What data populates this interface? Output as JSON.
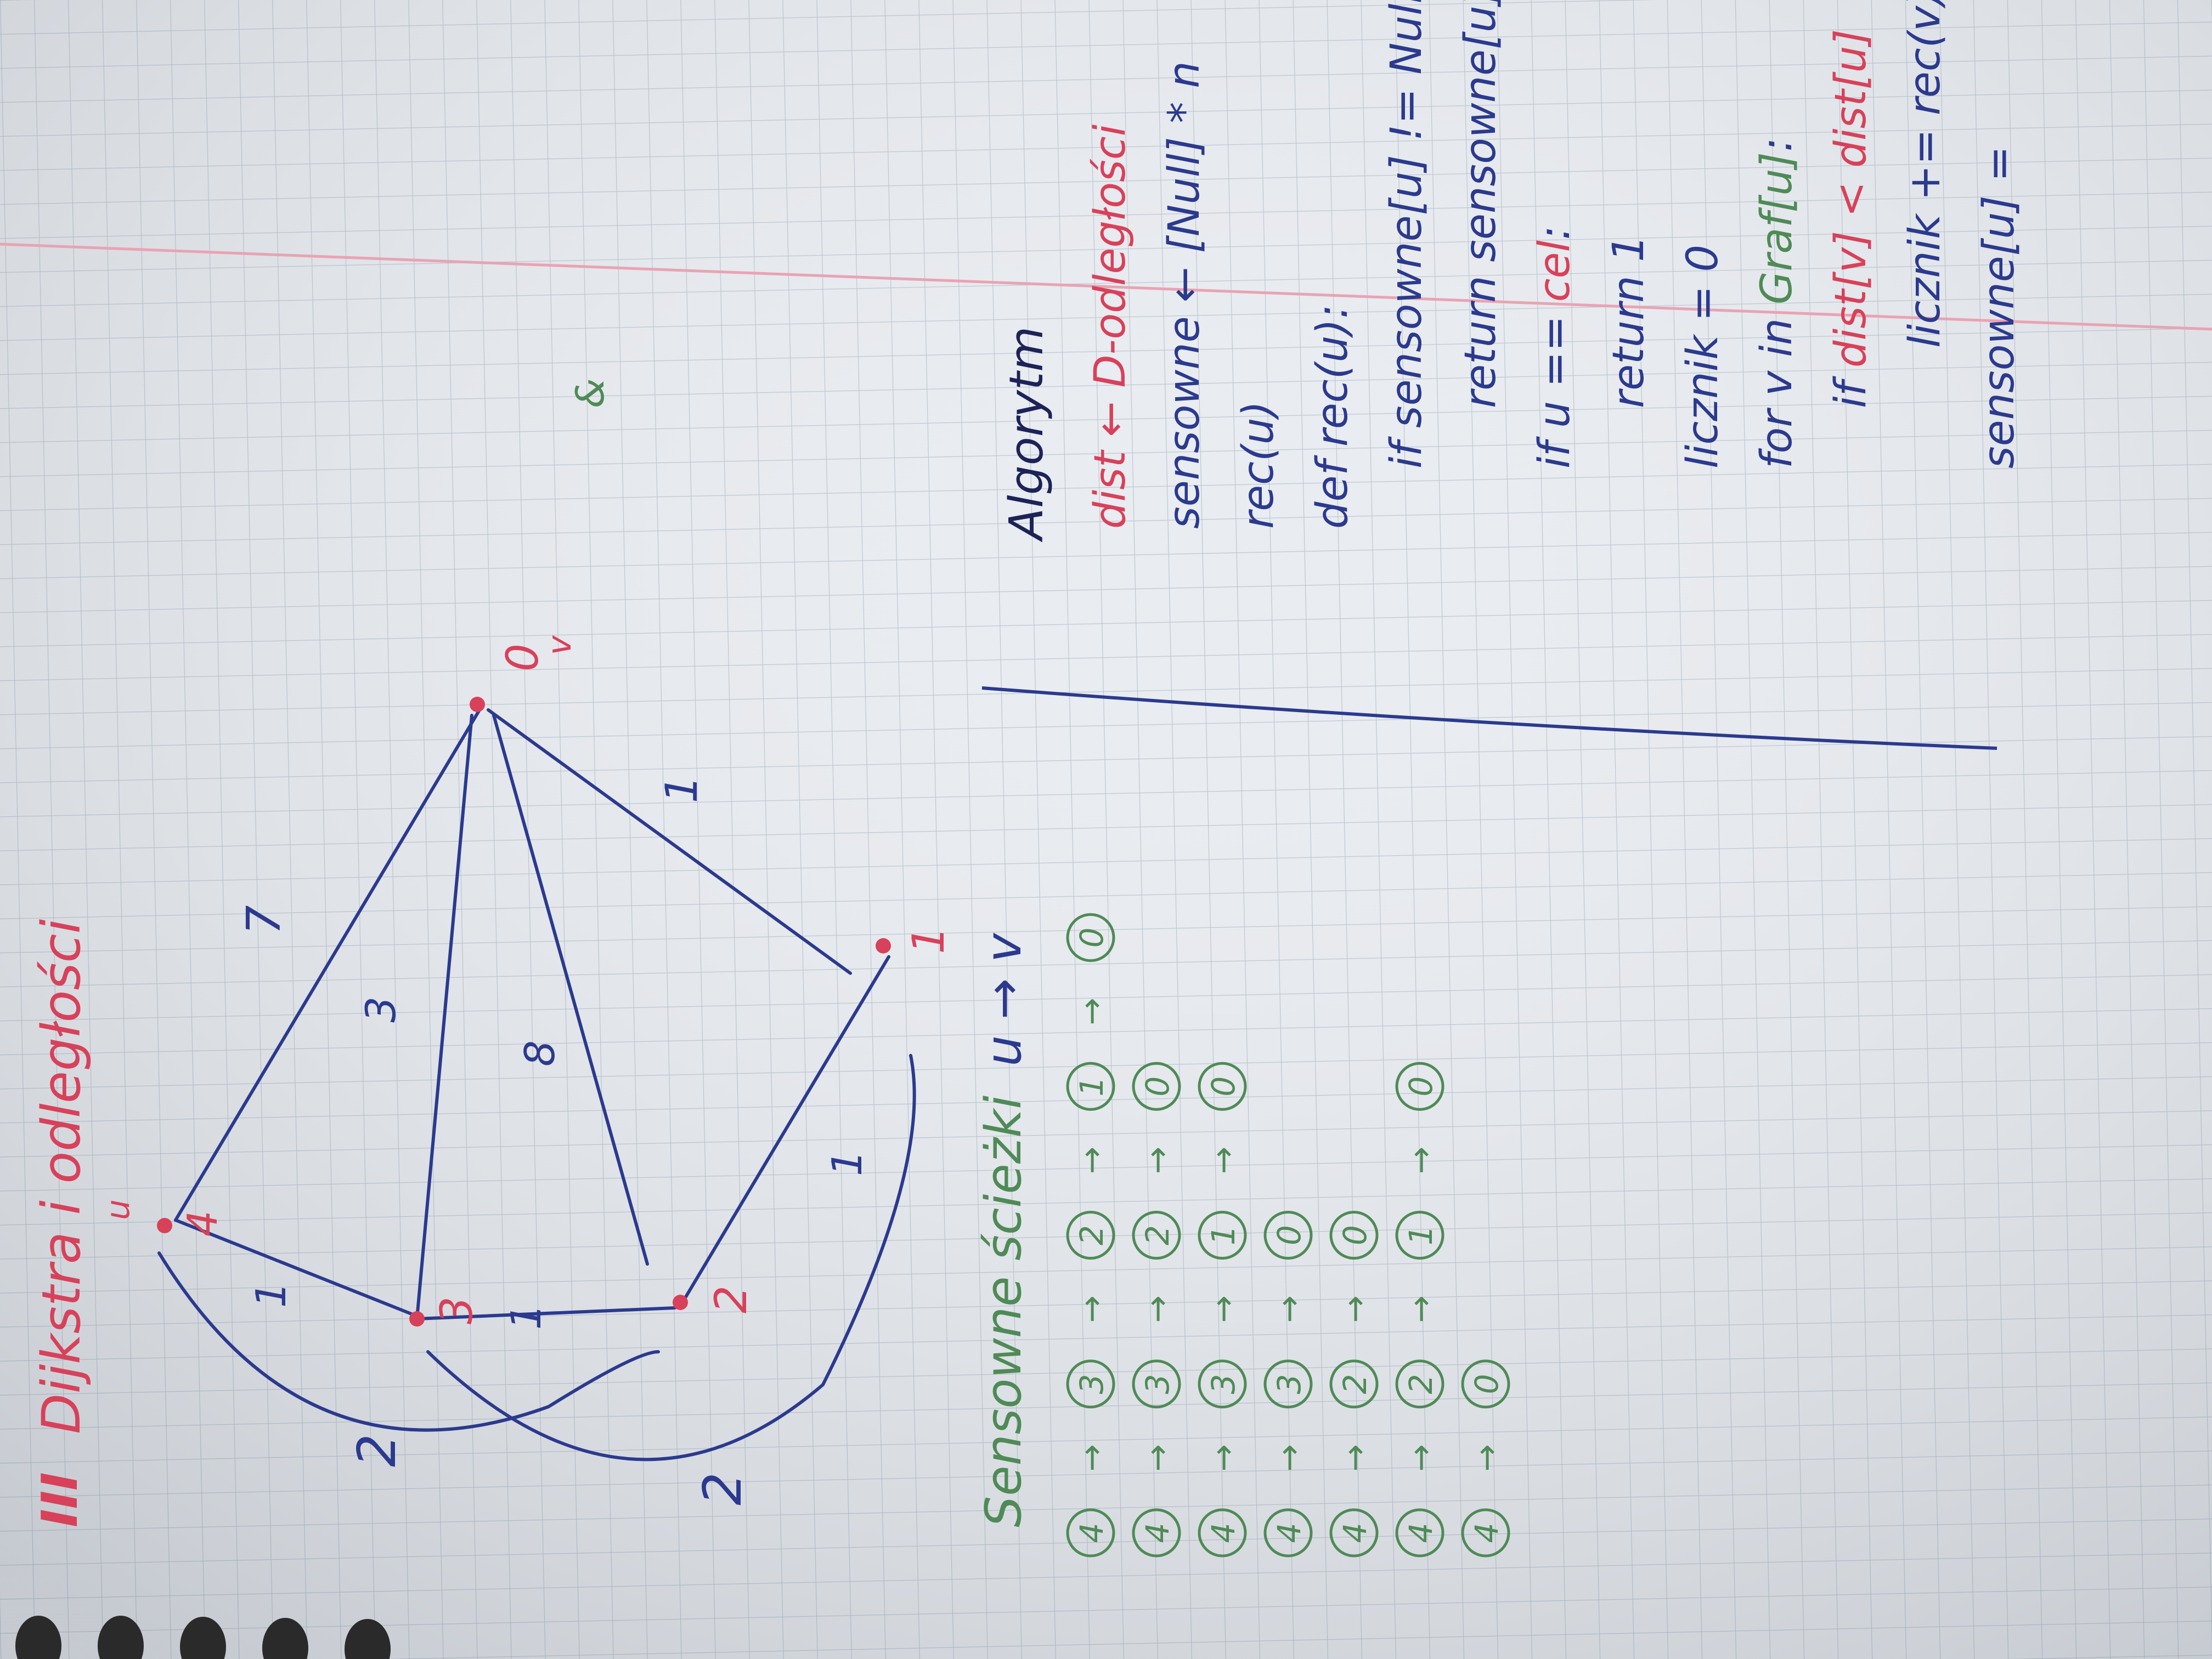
{
  "page": {
    "heading_number": "III",
    "heading": "Dijkstra i odległości"
  },
  "colors": {
    "paper": "#e9ecf0",
    "grid": "#b8c3cf",
    "margin_line": "#e9a3b3",
    "ink_blue": "#2b3a8e",
    "ink_green": "#4f8a57",
    "ink_red": "#d8415a",
    "background": "#3a3a3a"
  },
  "graph": {
    "nodes": [
      {
        "id": "u",
        "label": "u",
        "number": "4"
      },
      {
        "id": "3",
        "number": "3"
      },
      {
        "id": "2",
        "number": "2"
      },
      {
        "id": "1",
        "number": "1"
      },
      {
        "id": "v",
        "label": "v",
        "number": "0"
      }
    ],
    "edges": [
      {
        "from": "u",
        "to": "v",
        "weight": "7"
      },
      {
        "from": "u",
        "to": "3",
        "weight": "1"
      },
      {
        "from": "3",
        "to": "v",
        "weight": "3"
      },
      {
        "from": "3",
        "to": "2",
        "weight": "1"
      },
      {
        "from": "2",
        "to": "v",
        "weight": "8"
      },
      {
        "from": "2",
        "to": "1",
        "weight": "1"
      },
      {
        "from": "1",
        "to": "v",
        "weight": "1"
      },
      {
        "from": "u",
        "to": "2",
        "weight": "2"
      },
      {
        "from": "3",
        "to": "1",
        "weight": "2"
      }
    ]
  },
  "paths": {
    "title": "Sensowne ścieżki",
    "title_suffix": "u → v",
    "rows": [
      [
        "4",
        "3",
        "2",
        "1",
        "0"
      ],
      [
        "4",
        "3",
        "2",
        "0"
      ],
      [
        "4",
        "3",
        "1",
        "0"
      ],
      [
        "4",
        "3",
        "0"
      ],
      [
        "4",
        "2",
        "0"
      ],
      [
        "4",
        "2",
        "1",
        "0"
      ],
      [
        "4",
        "0"
      ]
    ]
  },
  "algorithm": {
    "title": "Algorytm",
    "lines": [
      {
        "parts": [
          {
            "text": "dist",
            "color": "red"
          },
          {
            "text": " ← D-odległości",
            "color": "red"
          }
        ]
      },
      {
        "parts": [
          {
            "text": "sensowne ← [Null] * n",
            "color": "blue"
          }
        ]
      },
      {
        "parts": [
          {
            "text": "rec(u)",
            "color": "blue"
          }
        ]
      },
      {
        "parts": [
          {
            "text": "def rec(u):",
            "color": "blue"
          }
        ]
      },
      {
        "parts": [
          {
            "text": "if sensowne[u] != Null",
            "color": "blue"
          }
        ]
      },
      {
        "parts": [
          {
            "text": "return sensowne[u]",
            "color": "blue"
          }
        ]
      },
      {
        "parts": [
          {
            "text": "if u == ",
            "color": "blue"
          },
          {
            "text": "cel",
            "color": "red"
          },
          {
            "text": ":",
            "color": "blue"
          }
        ]
      },
      {
        "parts": [
          {
            "text": "return 1",
            "color": "blue"
          }
        ]
      },
      {
        "parts": [
          {
            "text": "licznik = 0",
            "color": "blue"
          }
        ]
      },
      {
        "parts": [
          {
            "text": "for v in ",
            "color": "blue"
          },
          {
            "text": "Graf[u]",
            "color": "green"
          },
          {
            "text": ":",
            "color": "blue"
          }
        ]
      },
      {
        "parts": [
          {
            "text": "if ",
            "color": "blue"
          },
          {
            "text": "dist[v] < dist[u]",
            "color": "red"
          }
        ]
      },
      {
        "parts": [
          {
            "text": "licznik += rec(v)",
            "color": "blue"
          }
        ]
      },
      {
        "parts": [
          {
            "text": "sensowne[u] = ",
            "color": "blue"
          }
        ]
      }
    ]
  },
  "margin_mark": "&"
}
